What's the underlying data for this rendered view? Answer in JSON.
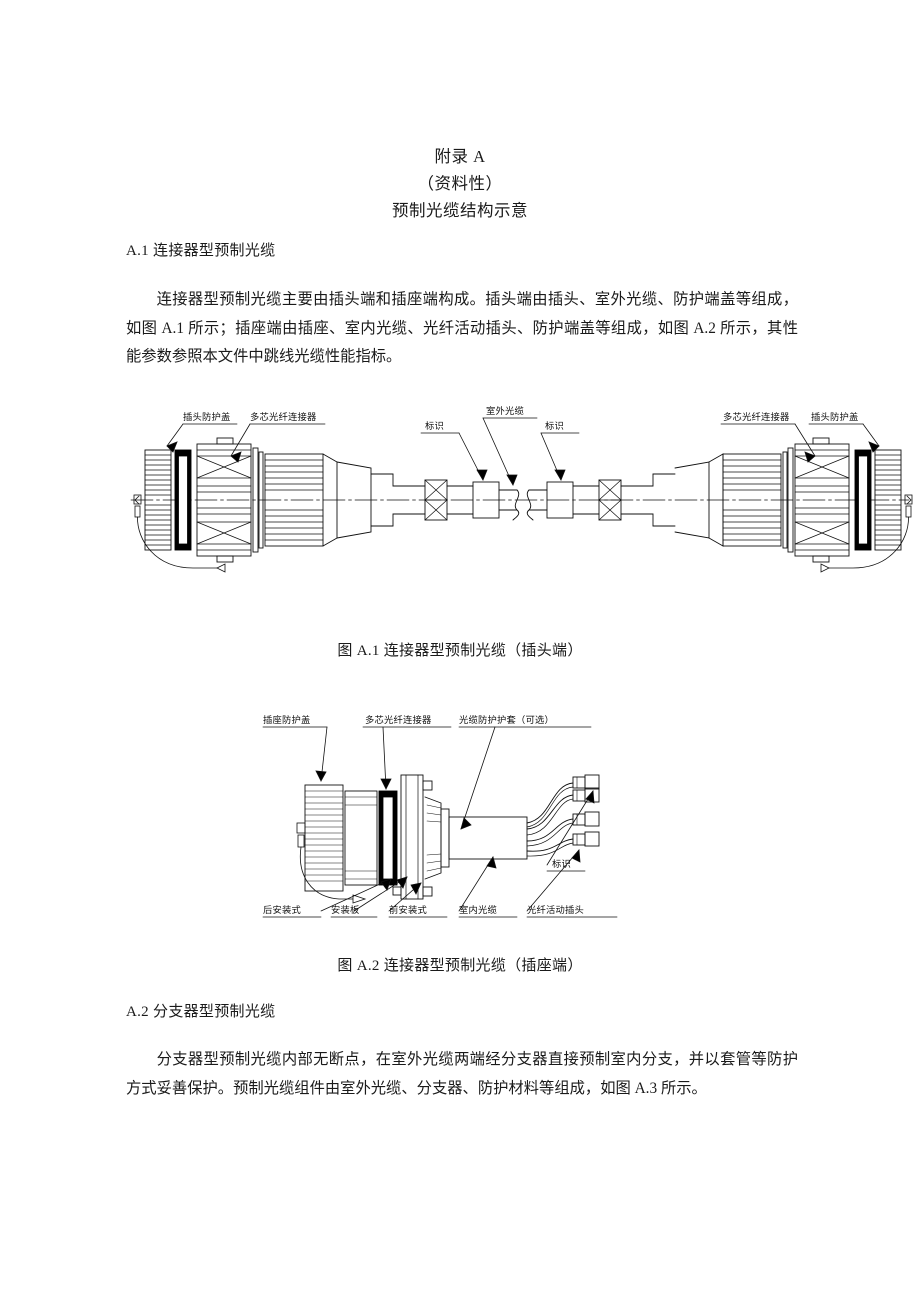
{
  "document": {
    "appendix_heading": {
      "line1": "附录 A",
      "line2": "（资料性）",
      "line3": "预制光缆结构示意"
    },
    "sections": [
      {
        "id": "A.1",
        "heading": "A.1 连接器型预制光缆",
        "paragraph": "连接器型预制光缆主要由插头端和插座端构成。插头端由插头、室外光缆、防护端盖等组成，如图 A.1 所示；插座端由插座、室内光缆、光纤活动插头、防护端盖等组成，如图 A.2 所示，其性能参数参照本文件中跳线光缆性能指标。"
      },
      {
        "id": "A.2",
        "heading": "A.2 分支器型预制光缆",
        "paragraph": "分支器型预制光缆内部无断点，在室外光缆两端经分支器直接预制室内分支，并以套管等防护方式妥善保护。预制光缆组件由室外光缆、分支器、防护材料等组成，如图 A.3 所示。"
      }
    ],
    "figures": [
      {
        "id": "A.1",
        "caption": "图 A.1 连接器型预制光缆（插头端）",
        "labels": {
          "plug_cap_left": "插头防护盖",
          "mpo_connector_left": "多芯光纤连接器",
          "marker_left": "标识",
          "outdoor_cable": "室外光缆",
          "marker_right": "标识",
          "mpo_connector_right": "多芯光纤连接器",
          "plug_cap_right": "插头防护盖"
        }
      },
      {
        "id": "A.2",
        "caption": "图 A.2 连接器型预制光缆（插座端）",
        "labels": {
          "socket_cap": "插座防护盖",
          "mpo_connector": "多芯光纤连接器",
          "cable_sheath": "光缆防护护套（可选）",
          "marker": "标识",
          "rear_mount": "后安装式",
          "mounting_plate": "安装板",
          "front_mount": "前安装式",
          "indoor_cable": "室内光缆",
          "fiber_plug": "光纤活动插头"
        }
      }
    ]
  },
  "colors": {
    "page_background": "#ffffff",
    "text": "#1a1a1a",
    "line": "#111111",
    "cap_fill": "#000000"
  }
}
